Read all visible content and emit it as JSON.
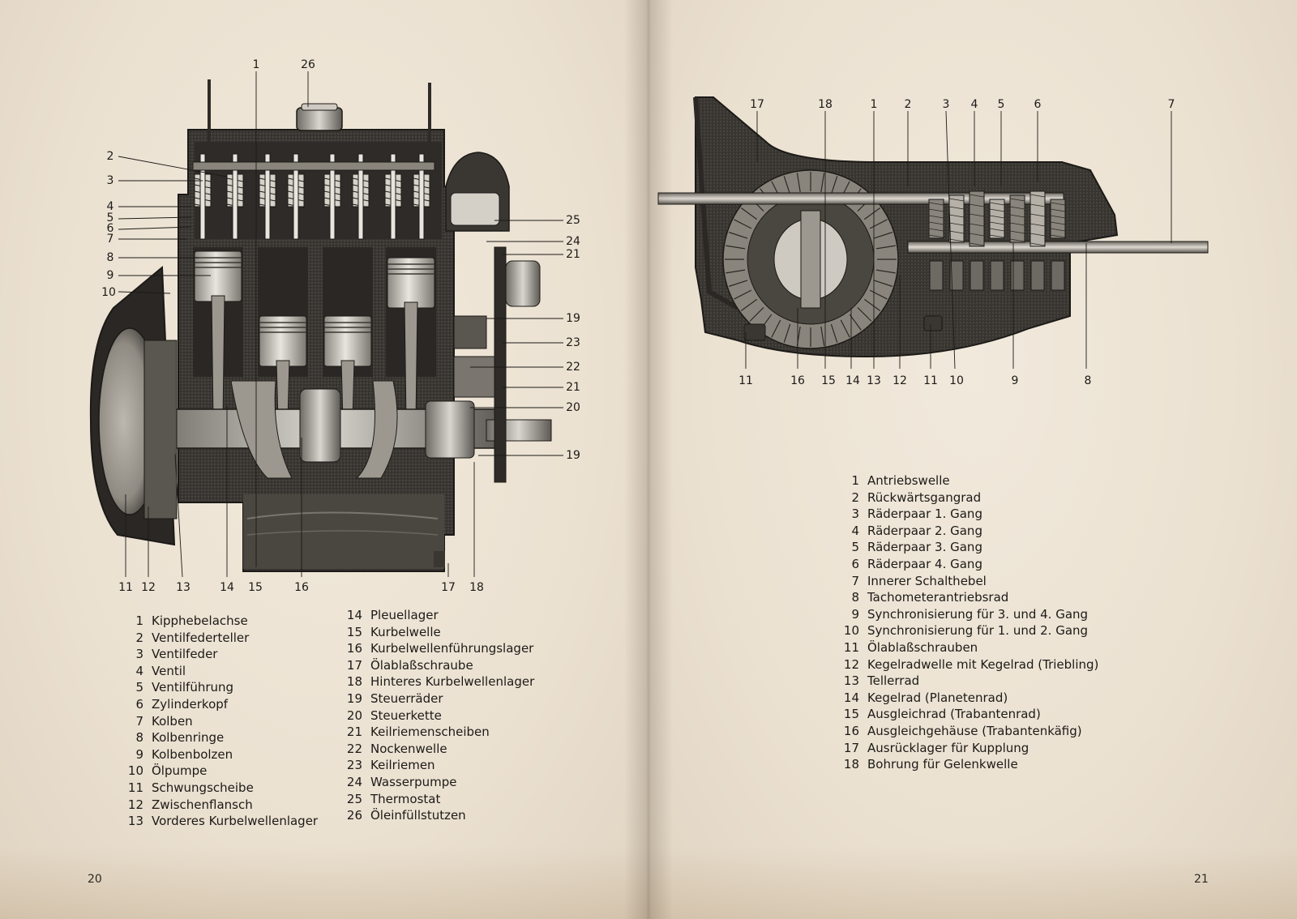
{
  "left_page": {
    "page_number": "20",
    "diagram_callouts": [
      "1",
      "26",
      "2",
      "3",
      "4",
      "5",
      "6",
      "7",
      "8",
      "9",
      "10",
      "25",
      "24",
      "21",
      "19",
      "23",
      "22",
      "21",
      "20",
      "19",
      "11",
      "12",
      "13",
      "14",
      "15",
      "16",
      "17",
      "18"
    ],
    "legend_col1": [
      {
        "num": "1",
        "text": "Kipphebelachse"
      },
      {
        "num": "2",
        "text": "Ventilfederteller"
      },
      {
        "num": "3",
        "text": "Ventilfeder"
      },
      {
        "num": "4",
        "text": "Ventil"
      },
      {
        "num": "5",
        "text": "Ventilführung"
      },
      {
        "num": "6",
        "text": "Zylinderkopf"
      },
      {
        "num": "7",
        "text": "Kolben"
      },
      {
        "num": "8",
        "text": "Kolbenringe"
      },
      {
        "num": "9",
        "text": "Kolbenbolzen"
      },
      {
        "num": "10",
        "text": "Ölpumpe"
      },
      {
        "num": "11",
        "text": "Schwungscheibe"
      },
      {
        "num": "12",
        "text": "Zwischenflansch"
      },
      {
        "num": "13",
        "text": "Vorderes Kurbelwellenlager"
      }
    ],
    "legend_col2": [
      {
        "num": "14",
        "text": "Pleuellager"
      },
      {
        "num": "15",
        "text": "Kurbelwelle"
      },
      {
        "num": "16",
        "text": "Kurbelwellenführungslager"
      },
      {
        "num": "17",
        "text": "Ölablaßschraube"
      },
      {
        "num": "18",
        "text": "Hinteres Kurbelwellenlager"
      },
      {
        "num": "19",
        "text": "Steuerräder"
      },
      {
        "num": "20",
        "text": "Steuerkette"
      },
      {
        "num": "21",
        "text": "Keilriemenscheiben"
      },
      {
        "num": "22",
        "text": "Nockenwelle"
      },
      {
        "num": "23",
        "text": "Keilriemen"
      },
      {
        "num": "24",
        "text": "Wasserpumpe"
      },
      {
        "num": "25",
        "text": "Thermostat"
      },
      {
        "num": "26",
        "text": "Öleinfüllstutzen"
      }
    ]
  },
  "right_page": {
    "page_number": "21",
    "diagram_callouts": [
      "17",
      "18",
      "1",
      "2",
      "3",
      "4",
      "5",
      "6",
      "7",
      "11",
      "16",
      "15",
      "14",
      "13",
      "12",
      "11",
      "10",
      "9",
      "8"
    ],
    "legend": [
      {
        "num": "1",
        "text": "Antriebswelle"
      },
      {
        "num": "2",
        "text": "Rückwärtsgangrad"
      },
      {
        "num": "3",
        "text": "Räderpaar 1. Gang"
      },
      {
        "num": "4",
        "text": "Räderpaar 2. Gang"
      },
      {
        "num": "5",
        "text": "Räderpaar 3. Gang"
      },
      {
        "num": "6",
        "text": "Räderpaar 4. Gang"
      },
      {
        "num": "7",
        "text": "Innerer Schalthebel"
      },
      {
        "num": "8",
        "text": "Tachometerantriebsrad"
      },
      {
        "num": "9",
        "text": "Synchronisierung für 3. und 4. Gang"
      },
      {
        "num": "10",
        "text": "Synchronisierung für 1. und 2. Gang"
      },
      {
        "num": "11",
        "text": "Ölablaßschrauben"
      },
      {
        "num": "12",
        "text": "Kegelradwelle mit Kegelrad (Triebling)"
      },
      {
        "num": "13",
        "text": "Tellerrad"
      },
      {
        "num": "14",
        "text": "Kegelrad (Planetenrad)"
      },
      {
        "num": "15",
        "text": "Ausgleichrad (Trabantenrad)"
      },
      {
        "num": "16",
        "text": "Ausgleichgehäuse (Trabantenkäfig)"
      },
      {
        "num": "17",
        "text": "Ausrücklager für Kupplung"
      },
      {
        "num": "18",
        "text": "Bohrung für Gelenkwelle"
      }
    ]
  }
}
